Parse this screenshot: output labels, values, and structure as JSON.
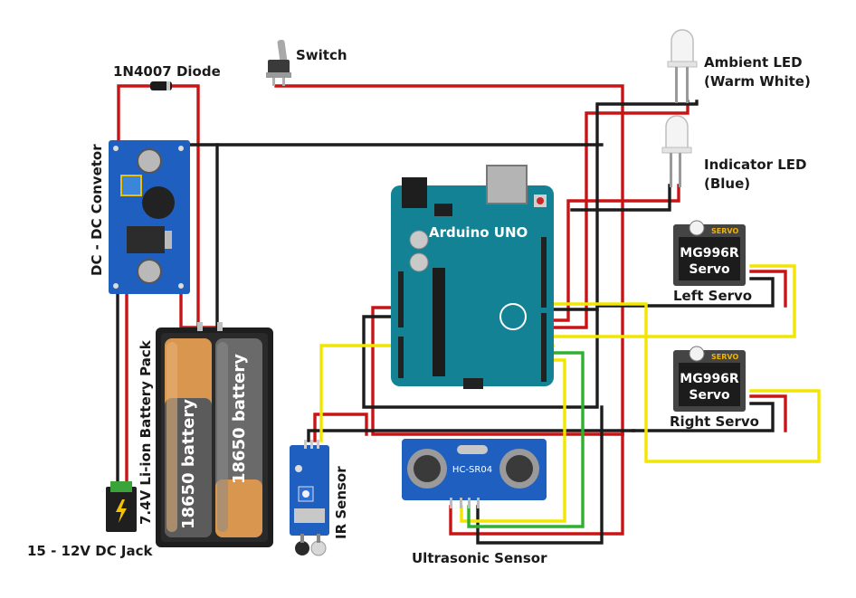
{
  "labels": {
    "switch": "Switch",
    "diode": "1N4007 Diode",
    "converter": "DC - DC Convetor",
    "battery_pack": "7.4V Li-ion Battery Pack",
    "battery_cell_1": "18650 battery",
    "battery_cell_2": "18650 battery",
    "dc_jack": "15 - 12V DC Jack",
    "arduino": "Arduino UNO",
    "ambient_led_line1": "Ambient LED",
    "ambient_led_line2": "(Warm White)",
    "indicator_led_line1": "Indicator LED",
    "indicator_led_line2": "(Blue)",
    "left_servo_model": "MG996R",
    "left_servo_type": "Servo",
    "left_servo_caption": "Left Servo",
    "right_servo_model": "MG996R",
    "right_servo_type": "Servo",
    "right_servo_caption": "Right Servo",
    "servo_brand": "SERVO",
    "ir_sensor": "IR Sensor",
    "ultrasonic_module": "HC-SR04",
    "ultrasonic_sensor": "Ultrasonic Sensor"
  },
  "colors": {
    "wire_positive": "#c81414",
    "wire_ground": "#1c1c1c",
    "wire_signal_yellow": "#f2e600",
    "wire_signal_green": "#2fb12f",
    "arduino_board": "#138295",
    "pcb_blue": "#1f5fbf",
    "battery_copper": "#d8964e",
    "battery_grey": "#6a6a6a"
  }
}
